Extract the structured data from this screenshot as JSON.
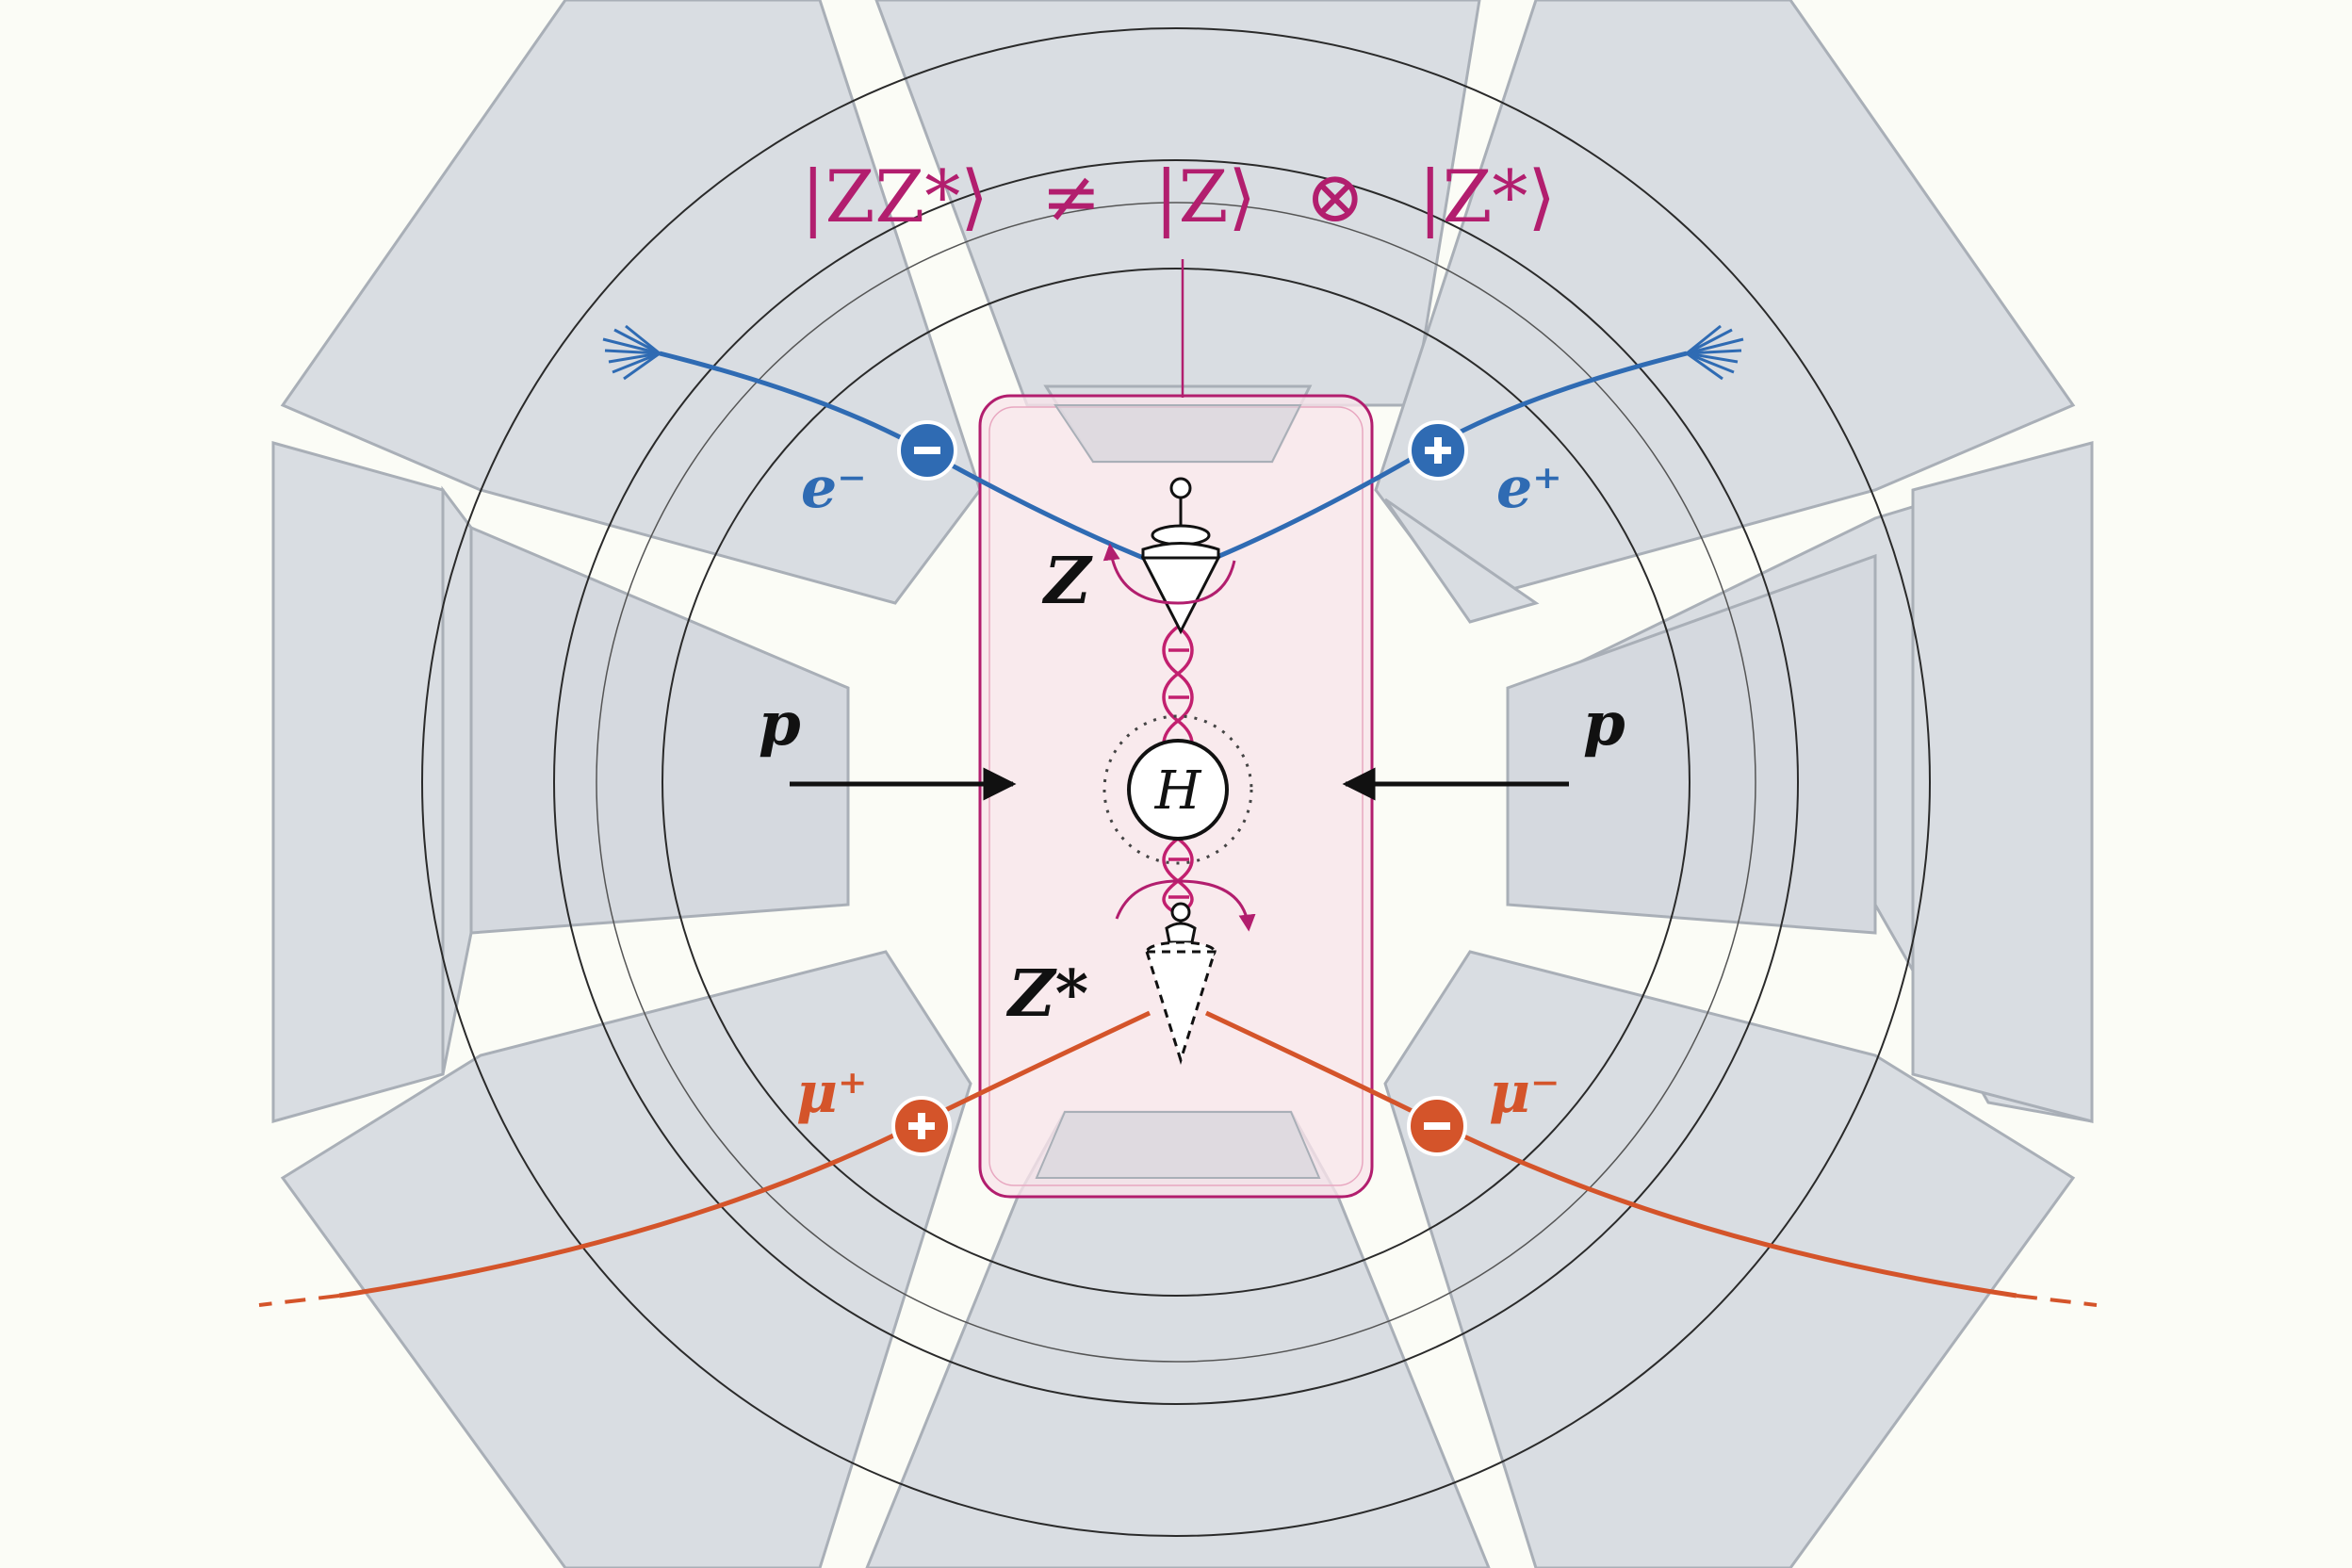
{
  "equation": {
    "left": "|ZZ*⟩",
    "neq": "≠",
    "z": "|Z⟩",
    "otimes": "⊗",
    "zstar": "|Z*⟩"
  },
  "particles": {
    "electron": {
      "label": "e⁻",
      "sign": "−"
    },
    "positron": {
      "label": "e⁺",
      "sign": "+"
    },
    "mu_plus": {
      "label": "μ⁺",
      "sign": "+"
    },
    "mu_minus": {
      "label": "μ⁻",
      "sign": "−"
    },
    "proton_left": {
      "label": "p"
    },
    "proton_right": {
      "label": "p"
    }
  },
  "bosons": {
    "z": "Z",
    "zstar": "Z*",
    "higgs": "H"
  },
  "colors": {
    "electron": "#2f6bb3",
    "muon": "#d4542a",
    "entangle": "#b21e6e",
    "box_fill": "#f9e4ea",
    "detector": "#d9dde2",
    "detector_edge": "#a9afb7",
    "background": "#fbfcf6",
    "ink": "#111111"
  }
}
